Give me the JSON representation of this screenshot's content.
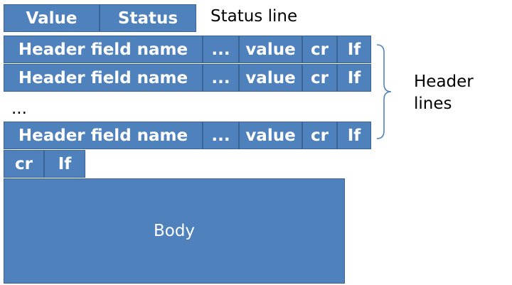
{
  "status_line": {
    "cells": [
      "Value",
      "Status"
    ],
    "label": "Status line"
  },
  "header_rows": [
    {
      "name": "Header field name",
      "sep": "...",
      "value": "value",
      "cr": "cr",
      "lf": "If"
    },
    {
      "name": "Header field name",
      "sep": "...",
      "value": "value",
      "cr": "cr",
      "lf": "If"
    },
    {
      "name": "Header field name",
      "sep": "...",
      "value": "value",
      "cr": "cr",
      "lf": "If"
    }
  ],
  "ellipsis": "...",
  "header_lines_label": [
    "Header",
    "lines"
  ],
  "end_row": {
    "cr": "cr",
    "lf": "If"
  },
  "body": {
    "label": "Body"
  },
  "colors": {
    "box_fill": "#4f81bd",
    "box_border": "#3a6496",
    "brace": "#4f81bd"
  }
}
